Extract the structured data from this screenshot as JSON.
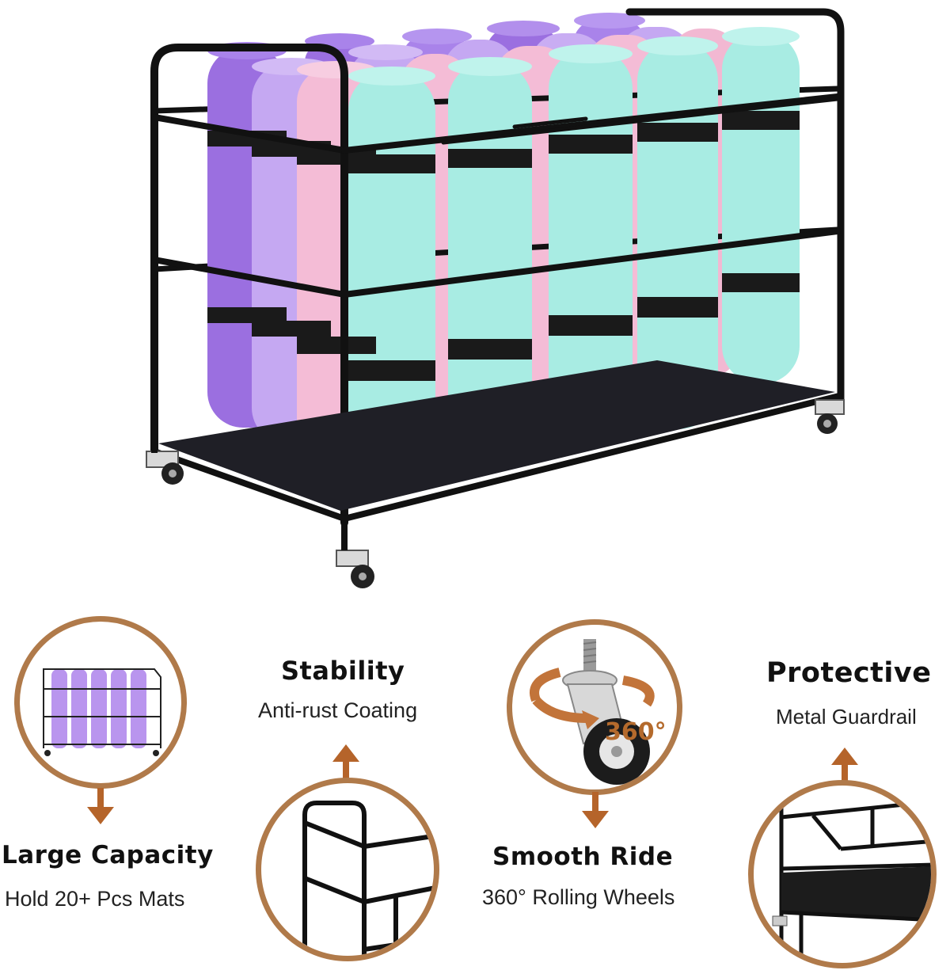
{
  "colors": {
    "accent": "#b07a4a",
    "arrow": "#b5642a",
    "frame": "#111111",
    "mat_purple": "#9b6fe0",
    "mat_lavender": "#c5a8f2",
    "mat_pink": "#f4bcd6",
    "mat_aqua": "#a8ece3"
  },
  "features": {
    "capacity": {
      "title": "Large Capacity",
      "subtitle": "Hold 20+ Pcs Mats"
    },
    "stability": {
      "title": "Stability",
      "subtitle": "Anti-rust Coating"
    },
    "ride": {
      "title": "Smooth Ride",
      "subtitle": "360° Rolling Wheels",
      "badge": "360°"
    },
    "protective": {
      "title": "Protective",
      "subtitle": "Metal Guardrail"
    }
  }
}
